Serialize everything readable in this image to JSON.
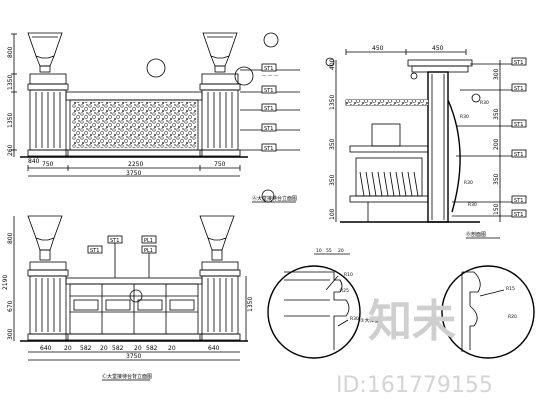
{
  "front_elevation": {
    "dims_top_v": [
      "800",
      "1350",
      "1350",
      "260"
    ],
    "dims_bottom_h": [
      "750",
      "2250",
      "750"
    ],
    "total_width": "3750",
    "inner_label": "840",
    "tags": [
      "ST1",
      "ST1",
      "ST1",
      "ST1",
      "ST1"
    ],
    "caption": "Ⓐ大堂接待台立面图"
  },
  "side_section": {
    "top_dims": [
      "450",
      "450"
    ],
    "left_dims": [
      "400",
      "1350",
      "350",
      "350",
      "100"
    ],
    "right_dims": [
      "300",
      "350",
      "200",
      "350",
      "150"
    ],
    "tags": [
      "ST1",
      "ST1",
      "ST1",
      "ST1",
      "ST1",
      "ST1"
    ],
    "labels": [
      "R30",
      "R30",
      "R30",
      "R30"
    ],
    "caption": "Ⓑ剖面图"
  },
  "back_elevation": {
    "dims_left_v": [
      "800",
      "2190",
      "670",
      "300"
    ],
    "dims_bottom_h": [
      "640",
      "20",
      "582",
      "20",
      "582",
      "20",
      "582",
      "20",
      "640"
    ],
    "total_width": "3750",
    "tags": [
      "ST1",
      "PL1",
      "ST1",
      "PL1"
    ],
    "caption": "Ⓒ大堂接待台背立面图",
    "right_dim": "1350"
  },
  "detail": {
    "dims": [
      "10",
      "55",
      "20"
    ],
    "labels": [
      "R10",
      "R25",
      "R30",
      "R15",
      "R20"
    ],
    "caption": "①大样图"
  },
  "watermark": {
    "brand": "知未",
    "id_text": "ID:161779155"
  }
}
